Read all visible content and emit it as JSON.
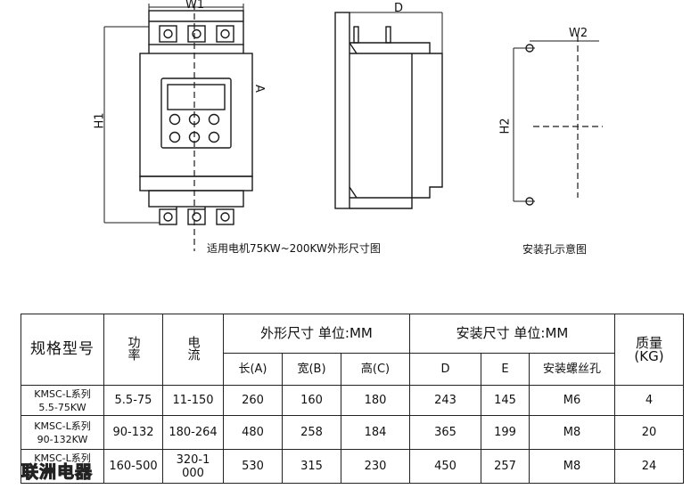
{
  "labels": {
    "w1": "W1",
    "a": "A",
    "h1": "H1",
    "d": "D",
    "w2": "W2",
    "h2": "H2",
    "front_caption": "适用电机75KW~200KW外形尺寸图",
    "mount_caption": "安装孔示意图"
  },
  "table": {
    "header": {
      "model": "规格型号",
      "power": "功率",
      "current": "电流",
      "outer": "外形尺寸 单位:MM",
      "mount": "安装尺寸 单位:MM",
      "weight": "质量(KG)",
      "len": "长(A)",
      "wid": "宽(B)",
      "hgt": "高(C)",
      "d": "D",
      "e": "E",
      "screw": "安装螺丝孔"
    },
    "rows": [
      {
        "model_1": "KMSC-L系列",
        "model_2": "5.5-75KW",
        "power": "5.5-75",
        "current": "11-150",
        "len": "260",
        "wid": "160",
        "hgt": "180",
        "d": "243",
        "e": "145",
        "screw": "M6",
        "weight": "4"
      },
      {
        "model_1": "KMSC-L系列",
        "model_2": "90-132KW",
        "power": "90-132",
        "current": "180-264",
        "len": "480",
        "wid": "258",
        "hgt": "184",
        "d": "365",
        "e": "199",
        "screw": "M8",
        "weight": "20"
      },
      {
        "model_1": "KMSC-L系列",
        "model_2": "",
        "power": "160-500",
        "current": "320-1000",
        "len": "530",
        "wid": "315",
        "hgt": "230",
        "d": "450",
        "e": "257",
        "screw": "M8",
        "weight": "24"
      }
    ]
  },
  "watermark": "联洲电器"
}
